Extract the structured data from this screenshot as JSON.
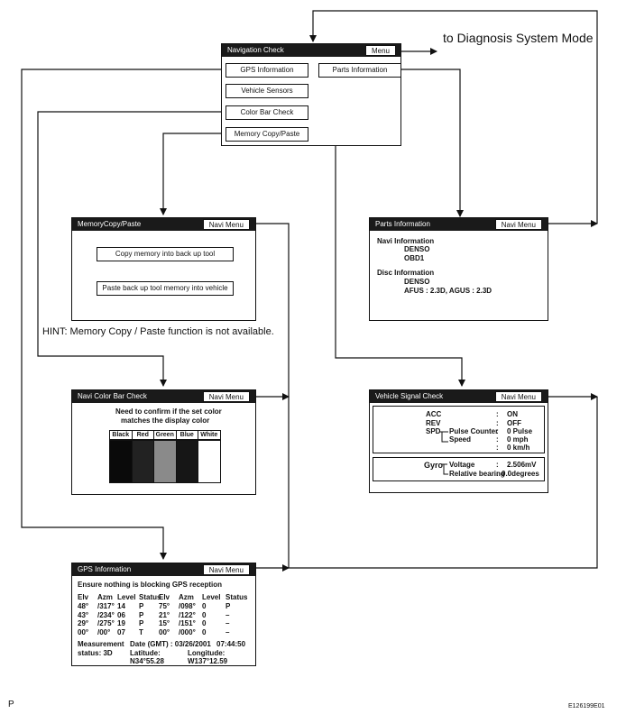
{
  "annotation": "to Diagnosis System Mode",
  "hint": "HINT: Memory Copy / Paste function is not available.",
  "footer_left": "P",
  "footer_right": "E126199E01",
  "nav_check": {
    "title": "Navigation Check",
    "menu": "Menu",
    "gps_btn": "GPS Information",
    "parts_btn": "Parts Information",
    "sensors_btn": "Vehicle Sensors",
    "colorbar_btn": "Color Bar Check",
    "memory_btn": "Memory Copy/Paste"
  },
  "memory": {
    "title": "MemoryCopy/Paste",
    "menu": "Navi Menu",
    "copy_btn": "Copy memory into back up tool",
    "paste_btn": "Paste back up tool memory into vehicle"
  },
  "parts": {
    "title": "Parts Information",
    "menu": "Navi Menu",
    "navi_info": "Navi Information",
    "navi_maker": "DENSO",
    "navi_model": "OBD1",
    "disc_info": "Disc Information",
    "disc_maker": "DENSO",
    "disc_version": "AFUS : 2.3D, AGUS : 2.3D"
  },
  "colorbar": {
    "title": "Navi Color Bar Check",
    "menu": "Navi Menu",
    "line1": "Need to confirm if the set color",
    "line2": "matches the display color",
    "colors": [
      {
        "label": "Black",
        "fill": "#0a0a0a"
      },
      {
        "label": "Red",
        "fill": "#222222"
      },
      {
        "label": "Green",
        "fill": "#8a8a8a"
      },
      {
        "label": "Blue",
        "fill": "#161616"
      },
      {
        "label": "White",
        "fill": "#ffffff"
      }
    ]
  },
  "signal": {
    "title": "Vehicle Signal Check",
    "menu": "Navi Menu",
    "acc_label": "ACC",
    "acc_value": "ON",
    "rev_label": "REV",
    "rev_value": "OFF",
    "spd_label": "SPD",
    "pulse_label": "Pulse Counter",
    "speed_label": "Speed",
    "pulse_value": "0 Pulse",
    "mph_value": "0 mph",
    "kmh_value": "0 km/h",
    "colon": ":",
    "gyro_label": "Gyro",
    "voltage_label": "Voltage",
    "bearing_label": "Relative bearing",
    "voltage_value": "2.506mV",
    "bearing_value": "0.0degrees"
  },
  "gps": {
    "title": "GPS Information",
    "menu": "Navi Menu",
    "warning": "Ensure nothing is blocking GPS reception",
    "headers": [
      "Elv",
      "Azm",
      "Level",
      "Status",
      "Elv",
      "Azm",
      "Level",
      "Status"
    ],
    "rows": [
      [
        "48°",
        "/317°",
        "14",
        "P",
        "75°",
        "/098°",
        "0",
        "P"
      ],
      [
        "43°",
        "/234°",
        "06",
        "P",
        "21°",
        "/122°",
        "0",
        "–"
      ],
      [
        "29°",
        "/275°",
        "19",
        "P",
        "15°",
        "/151°",
        "0",
        "–"
      ],
      [
        "00°",
        "/00°",
        "07",
        "T",
        "00°",
        "/000°",
        "0",
        "–"
      ]
    ],
    "measurement": "Measurement",
    "date_label": "Date (GMT) : 03/26/2001",
    "time": "07:44:50",
    "status_label": "status: 3D",
    "lat_label": "Latitude:",
    "lat_value": "N34°55.28",
    "lon_label": "Longitude:",
    "lon_value": "W137°12.59"
  }
}
